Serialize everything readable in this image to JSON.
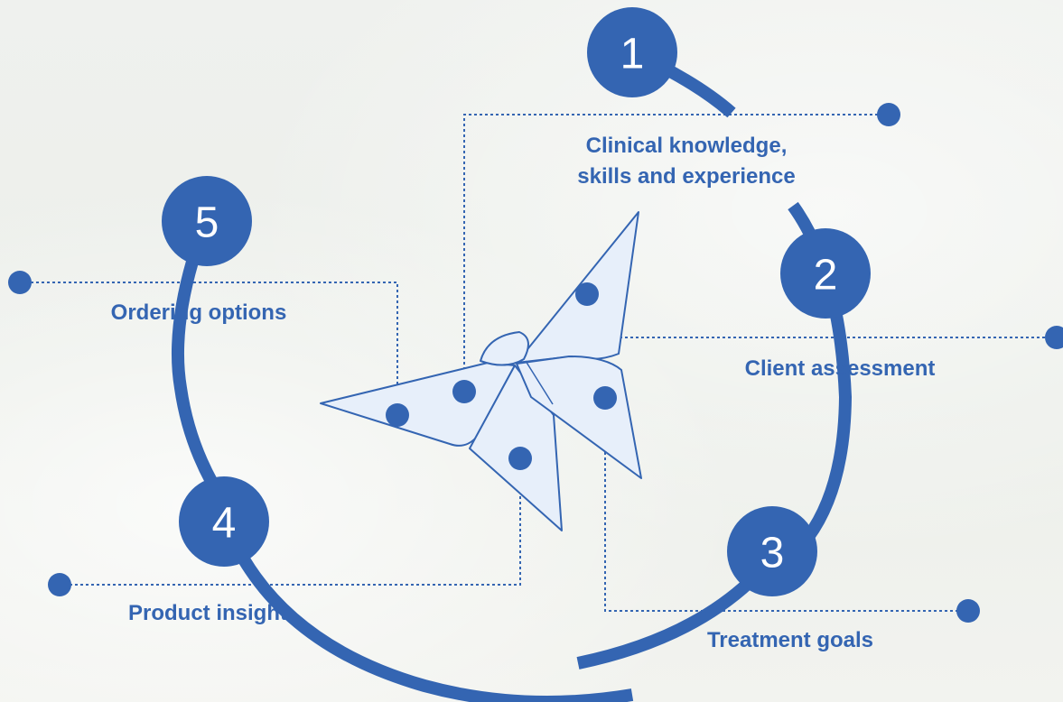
{
  "colors": {
    "accent": "#3465b2",
    "butterfly_fill": "#e7effa",
    "background": "#eef0ec"
  },
  "steps": [
    {
      "number": "1",
      "label_line1": "Clinical knowledge,",
      "label_line2": "skills and experience"
    },
    {
      "number": "2",
      "label": "Client assessment"
    },
    {
      "number": "3",
      "label": "Treatment goals"
    },
    {
      "number": "4",
      "label": "Product insight"
    },
    {
      "number": "5",
      "label": "Ordering options"
    }
  ]
}
